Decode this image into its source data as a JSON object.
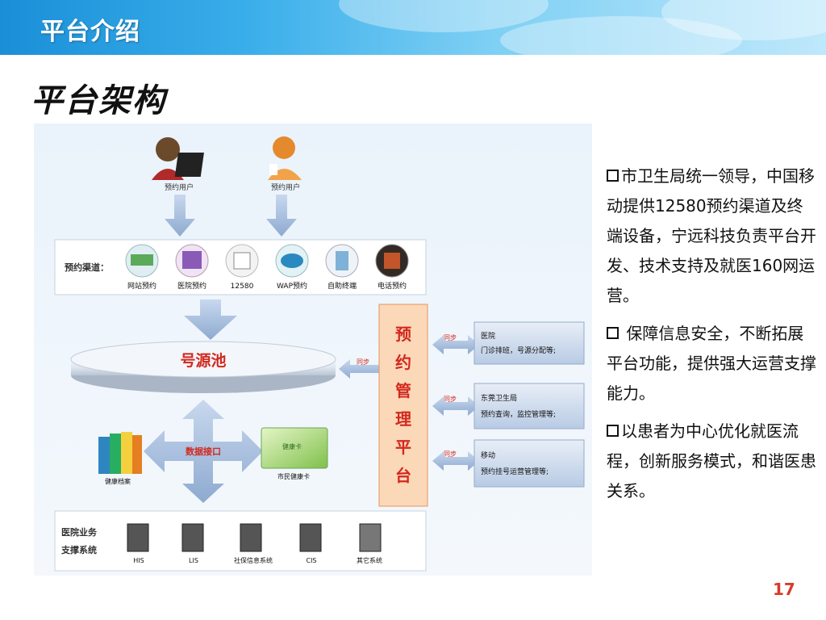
{
  "header": {
    "title": "平台介绍"
  },
  "section": {
    "title": "平台架构"
  },
  "diagram": {
    "users": [
      "预约用户",
      "预约用户"
    ],
    "channels_label": "预约渠道：",
    "channels": [
      "网站预约",
      "医院预约",
      "12580",
      "WAP预约",
      "自助终端",
      "电话预约"
    ],
    "pool": "号源池",
    "sync": "同步",
    "platform_chars": [
      "预",
      "约",
      "管",
      "理",
      "平",
      "台"
    ],
    "data_interface": "数据接口",
    "health_record": "健康档案",
    "health_card": "市民健康卡",
    "health_card_face": "健康卡",
    "right_boxes": [
      {
        "line1": "医院",
        "line2": "门诊排班，号源分配等;"
      },
      {
        "line1": "东莞卫生局",
        "line2": "预约查询，监控管理等;"
      },
      {
        "line1": "移动",
        "line2": "预约挂号运营管理等;"
      }
    ],
    "hospital_label": [
      "医院业务",
      "支撑系统"
    ],
    "systems": [
      "HIS",
      "LIS",
      "社保信息系统",
      "CIS",
      "其它系统"
    ]
  },
  "bullets": [
    "市卫生局统一领导，中国移动提供12580预约渠道及终端设备，宁远科技负责平台开发、技术支持及就医160网运营。",
    " 保障信息安全，不断拓展平台功能，提供强大运营支撑能力。",
    "以患者为中心优化就医流程，创新服务模式，和谐医患关系。"
  ],
  "page_number": "17",
  "colors": {
    "pool_text": "#d2281e",
    "platform_fill": "#fbd8b8",
    "platform_stroke": "#e8955a",
    "arrow": "#9fb8d8"
  }
}
